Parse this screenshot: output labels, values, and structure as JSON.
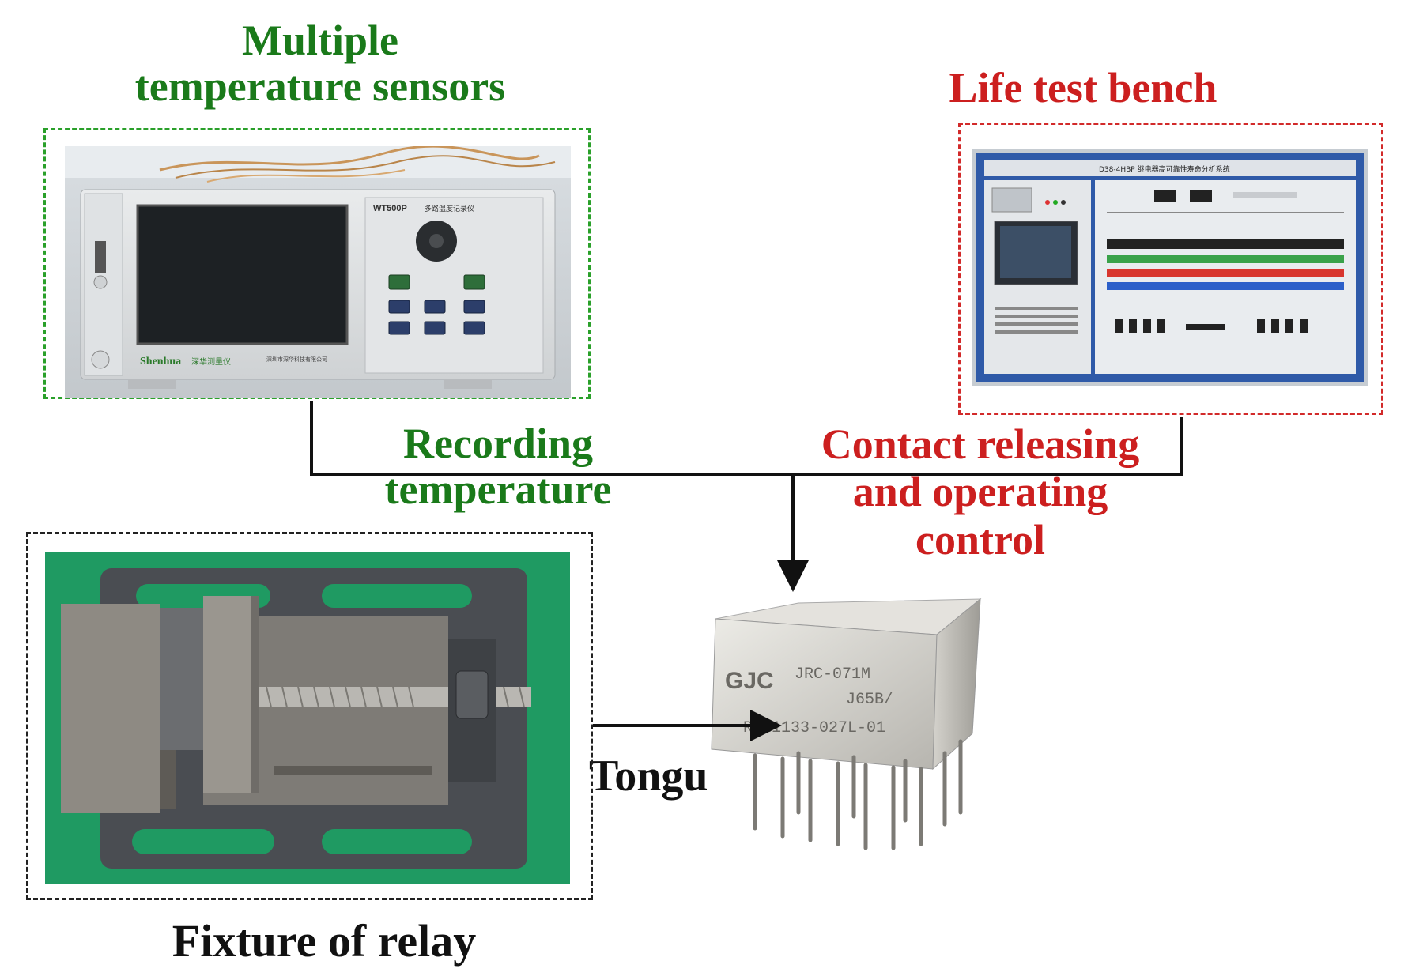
{
  "labels": {
    "multiple_sensors": [
      "Multiple",
      "temperature sensors"
    ],
    "life_test_bench": "Life test bench",
    "recording": [
      "Recording",
      "temperature"
    ],
    "contact_control": [
      "Contact releasing",
      "and operating",
      "control"
    ],
    "tonguing": "Tonguing",
    "fixture": "Fixture of relay"
  },
  "device_text": {
    "recorder_model": "WT500P",
    "recorder_title": "多路温度记录仪",
    "recorder_brand": "Shenhua",
    "recorder_brand_cn": "深华测量仪",
    "recorder_company": "深圳市深华科技有限公司",
    "bench_title": "D38-4HBP 继电器高可靠性寿命分析系统",
    "relay_line1": "JRC-071M",
    "relay_line2": "J65B/",
    "relay_line3": "RG21133-027L-01"
  },
  "colors": {
    "green": "#1a7a1a",
    "red": "#cc1f1f",
    "black": "#111111"
  }
}
